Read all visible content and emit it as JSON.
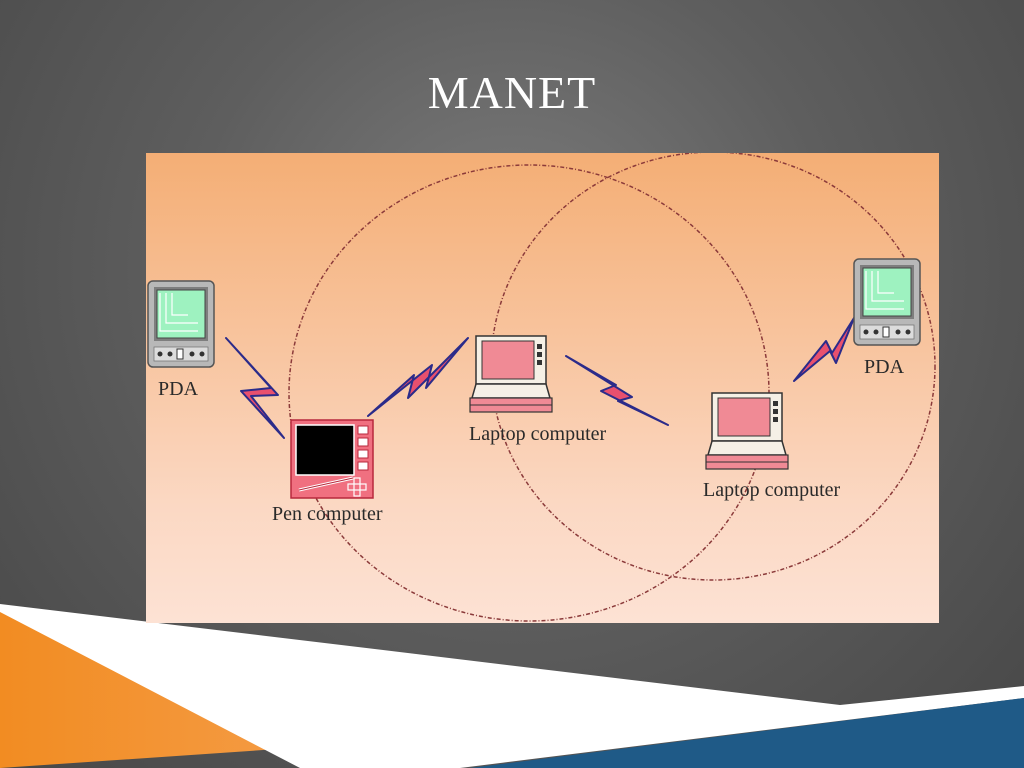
{
  "slide": {
    "title": "MANET"
  },
  "diagram": {
    "nodes": [
      {
        "id": "pda-left",
        "type": "pda",
        "label": "PDA"
      },
      {
        "id": "pen",
        "type": "pen-computer",
        "label": "Pen computer"
      },
      {
        "id": "laptop-center",
        "type": "laptop",
        "label": "Laptop computer"
      },
      {
        "id": "laptop-right",
        "type": "laptop",
        "label": "Laptop computer"
      },
      {
        "id": "pda-right",
        "type": "pda",
        "label": "PDA"
      }
    ],
    "links": [
      {
        "from": "pda-left",
        "to": "pen",
        "style": "wireless"
      },
      {
        "from": "pen",
        "to": "laptop-center",
        "style": "wireless"
      },
      {
        "from": "laptop-center",
        "to": "laptop-right",
        "style": "wireless"
      },
      {
        "from": "laptop-right",
        "to": "pda-right",
        "style": "wireless"
      }
    ],
    "ranges": [
      {
        "center_node": "laptop-center",
        "style": "dashed circle"
      },
      {
        "center_node": "laptop-right",
        "style": "dashed circle"
      }
    ],
    "colors": {
      "panel_top": "#f4ae75",
      "panel_bottom": "#fde2d4",
      "range_circle": "#8b3a3a",
      "lightning_fill": "#e8506e",
      "lightning_outline": "#2b2b8a",
      "screen_pink": "#f08a95"
    }
  },
  "decor": {
    "colors": {
      "orange": "#f28c22",
      "white_band": "#ffffff",
      "blue": "#1f5a87"
    }
  }
}
